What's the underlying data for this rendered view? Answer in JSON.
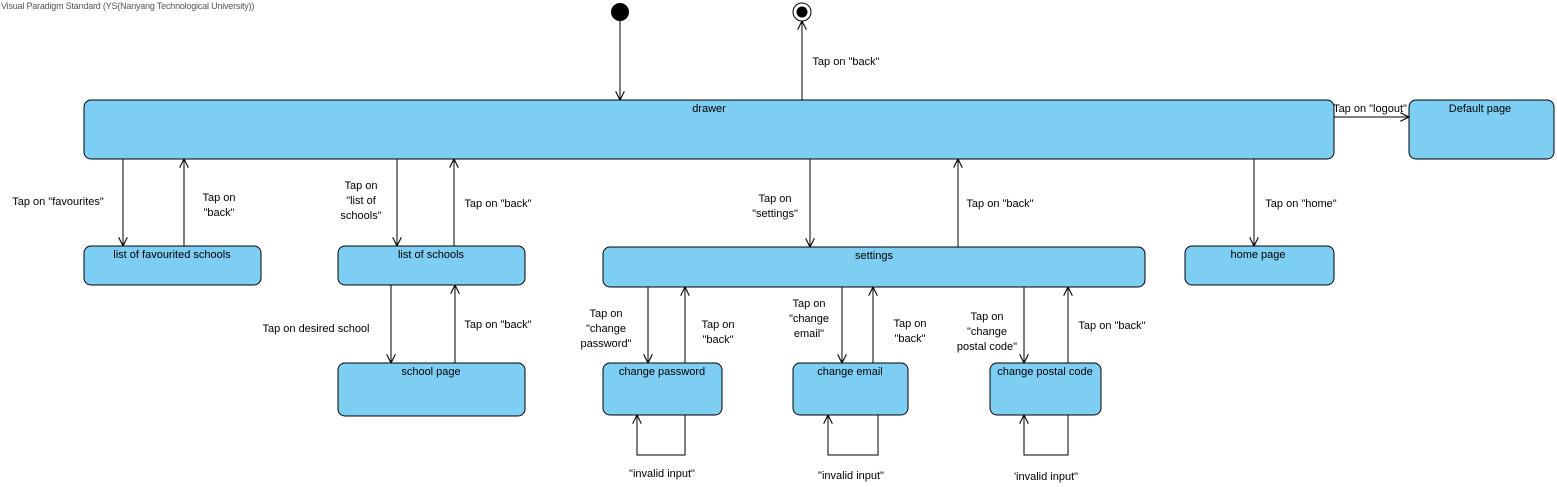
{
  "watermark": "Visual Paradigm Standard (YS(Nanyang Technological University))",
  "colors": {
    "state_fill": "#7ecef4",
    "line": "#000000"
  },
  "states": {
    "drawer": "drawer",
    "default": "Default page",
    "fav": "list of favourited schools",
    "list": "list of schools",
    "settings": "settings",
    "home": "home page",
    "school": "school page",
    "chpwd": "change password",
    "chemail": "change email",
    "chpost": "change postal code"
  },
  "transitions": {
    "back_final": [
      "Tap on \"back\""
    ],
    "logout": [
      "Tap on \"logout\""
    ],
    "favourites": [
      "Tap on \"favourites\""
    ],
    "fav_back": [
      "Tap on",
      "\"back\""
    ],
    "list": [
      "Tap on",
      "\"list of",
      "schools\""
    ],
    "list_back": [
      "Tap on \"back\""
    ],
    "settings": [
      "Tap on",
      "\"settings\""
    ],
    "settings_back": [
      "Tap on \"back\""
    ],
    "home": [
      "Tap on \"home\""
    ],
    "school": [
      "Tap on desired school"
    ],
    "school_back": [
      "Tap on \"back\""
    ],
    "chpwd": [
      "Tap on",
      "\"change",
      "password\""
    ],
    "chpwd_back": [
      "Tap on",
      "\"back\""
    ],
    "chemail": [
      "Tap on",
      "\"change",
      "email\""
    ],
    "chemail_back": [
      "Tap on",
      "\"back\""
    ],
    "chpost": [
      "Tap on",
      "\"change",
      "postal code\""
    ],
    "chpost_back": [
      "Tap on \"back\""
    ],
    "pwd_invalid": [
      "\"invalid input\""
    ],
    "email_invalid": [
      "\"invalid input\""
    ],
    "post_invalid": [
      "'invalid input\""
    ]
  }
}
